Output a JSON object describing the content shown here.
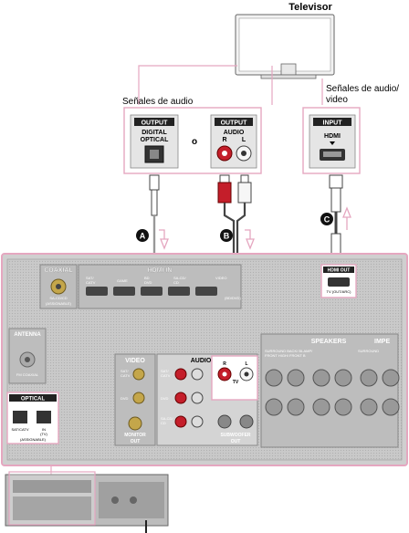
{
  "tv": {
    "title": "Televisor"
  },
  "labels": {
    "audio_signals": "Señales de audio",
    "audio_video_signals_line1": "Señales de audio/",
    "audio_video_signals_line2": "video",
    "or": "o"
  },
  "sources": {
    "optical_box": {
      "header": "OUTPUT",
      "line1": "DIGITAL",
      "line2": "OPTICAL"
    },
    "analog_box": {
      "header": "OUTPUT",
      "line1": "AUDIO",
      "r": "R",
      "l": "L"
    },
    "hdmi_box": {
      "header": "INPUT",
      "line1": "HDMI"
    }
  },
  "cables": {
    "a": "A",
    "b": "B",
    "c": "C"
  },
  "receiver": {
    "coaxial": "COAXIAL",
    "coaxial_sub1": "SA-CD/CD",
    "coaxial_sub2": "(ASSIGNABLE)",
    "hdmi_in": "HDMI IN",
    "hdmi_sat": "SAT/",
    "hdmi_catv": "CATV",
    "hdmi_game": "GAME",
    "hdmi_bd": "BD",
    "hdmi_dvd": "DVD",
    "hdmi_sacd": "SA-CD/",
    "hdmi_cd": "CD",
    "hdmi_video": "VIDEO",
    "hdmi_bluray": "(BD/DVD)",
    "hdmi_out": "HDMI OUT",
    "hdmi_out_sub": "TV (OUT/ARC)",
    "antenna": "ANTENNA",
    "fm_coaxial": "FM COAXIAL",
    "optical": "OPTICAL",
    "optical_sat": "SAT/CATV",
    "optical_tv": "IN",
    "optical_tv2": "(TV)",
    "optical_assignable": "(ASSIGNABLE)",
    "video": "VIDEO",
    "video_sat": "SAT/",
    "video_catv": "CATV",
    "video_dvd": "DVD",
    "monitor": "MONITOR",
    "monitor_out": "OUT",
    "audio": "AUDIO",
    "audio_sat": "SAT/",
    "audio_catv": "CATV",
    "audio_dvd": "DVD",
    "audio_sacd": "SA-CD/",
    "audio_cd": "CD",
    "audio_tv": "TV",
    "audio_r": "R",
    "audio_l": "L",
    "subwoofer": "SUBWOOFER",
    "subwoofer_out": "OUT",
    "speakers": "SPEAKERS",
    "impedance": "IMPE",
    "surround_back": "SURROUND BACK/ BI-AMP/",
    "front_high": "FRONT HIGH/ FRONT B",
    "surround": "SURROUND"
  }
}
